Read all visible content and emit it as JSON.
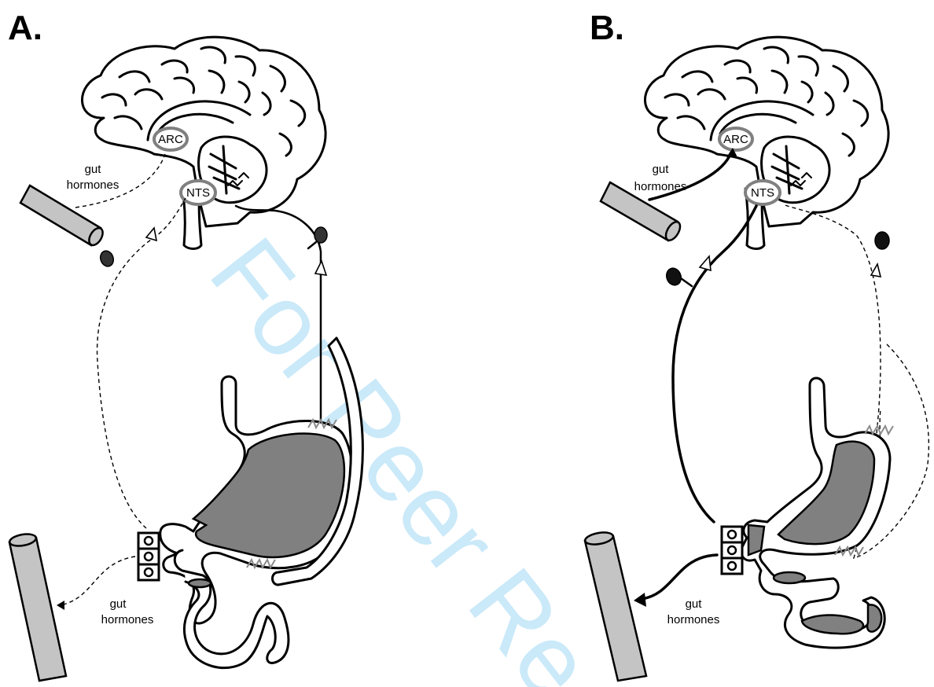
{
  "panels": [
    {
      "letter": "A.",
      "brain_regions": [
        "ARC",
        "NTS"
      ],
      "hormone_labels": [
        {
          "line1": "gut",
          "line2": "hormones"
        },
        {
          "line1": "gut",
          "line2": "hormones"
        }
      ],
      "signal_style": "dashed"
    },
    {
      "letter": "B.",
      "brain_regions": [
        "ARC",
        "NTS"
      ],
      "hormone_labels": [
        {
          "line1": "gut",
          "line2": "hormones"
        },
        {
          "line1": "gut",
          "line2": "hormones"
        }
      ],
      "signal_style": "solid"
    }
  ],
  "watermark": "For Peer Re",
  "colors": {
    "tissue_fill": "#808080",
    "vessel_fill": "#c4c4c4",
    "node_ring": "#808080",
    "watermark": "#9fd8f5",
    "nerve_ending": "#8a8a8a"
  },
  "icons": [
    "brain-icon",
    "stomach-icon",
    "blood-vessel-icon",
    "neuron-cell-body-icon",
    "enteroendocrine-cell-icon"
  ]
}
